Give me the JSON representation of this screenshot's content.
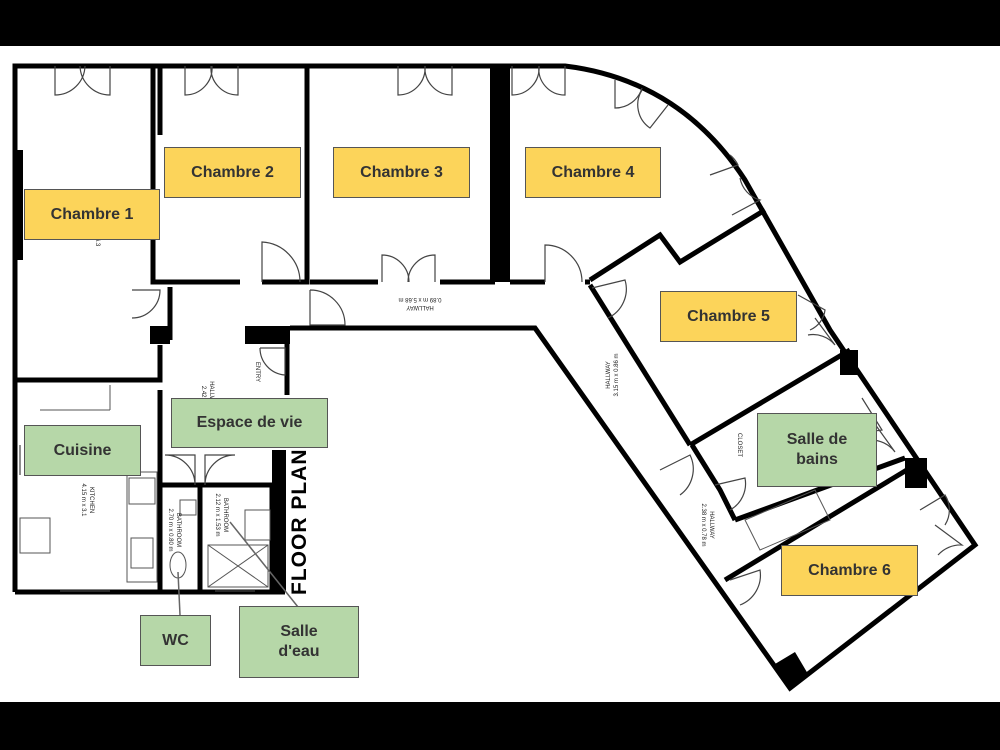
{
  "plan": {
    "floor_plan_title": "FLOOR PLAN",
    "rooms": {
      "chambre1": "Chambre 1",
      "chambre2": "Chambre 2",
      "chambre3": "Chambre 3",
      "chambre4": "Chambre 4",
      "chambre5": "Chambre 5",
      "chambre6": "Chambre 6",
      "cuisine": "Cuisine",
      "espace_de_vie": "Espace de vie",
      "salle_de_bains": "Salle de bains",
      "wc": "WC",
      "salle_deau": "Salle d'eau"
    },
    "small_labels": {
      "hallway_main_name": "HALLWAY",
      "hallway_main_dim": "0.89 m x 5.68 m",
      "hallway_right_name": "HALLWAY",
      "hallway_right_dim": "3.15 m x 0.86 m",
      "hallway_lower_name": "HALLWAY",
      "hallway_lower_dim": "2.38 m x 0.78 m",
      "hallway_left_name": "HALLWAY",
      "hallway_left_dim": "2.42 m",
      "entry": "ENTRY",
      "closet": "CLOSET",
      "kitchen_name": "KITCHEN",
      "kitchen_dim": "4.15 m x 3.1",
      "bathroom_wc_name": "BATHROOM",
      "bathroom_wc_dim": "2.70 m x 0.80 m",
      "bathroom_shower_name": "BATHROOM",
      "bathroom_shower_dim": "2.12 m x 1.53 m",
      "chambre1_dim": "6.3"
    },
    "colors": {
      "bedroom_tag": "#fcd45a",
      "common_tag": "#b6d7a8",
      "wall": "#000000",
      "background": "#000000"
    }
  }
}
